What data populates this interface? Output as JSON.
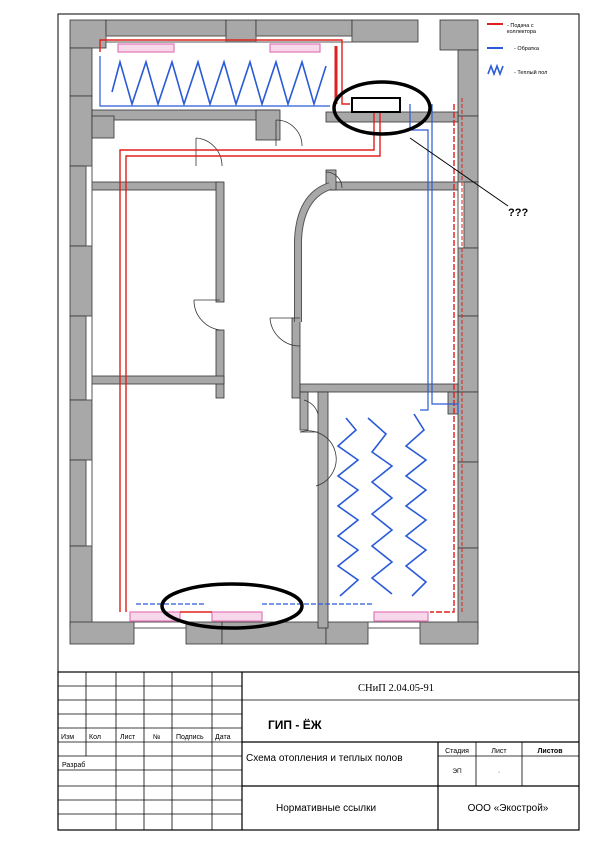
{
  "legend": {
    "supply_label": "- Подача с коллектора",
    "supply_line1": "- Подача с",
    "supply_line2": "коллектора",
    "return_label": "-  Обратка",
    "floor_label": "- Теплый пол",
    "supply_color": "#e0201c",
    "return_color": "#2a5bd7",
    "floor_color": "#2a5bd7"
  },
  "annotation": {
    "question": "???"
  },
  "title_block": {
    "code": "СНиП 2.04.05-91",
    "gip": "ГИП - ЁЖ",
    "col_headers": [
      "Изм",
      "Кол",
      "Лист",
      "№",
      "Подпись",
      "Дата"
    ],
    "razrab": "Разраб",
    "drawing_title": "Схема отопления и теплых полов",
    "stage_header": "Стадия",
    "sheet_header": "Лист",
    "sheets_header": "Листов",
    "stage_value": "ЭП",
    "sheet_value": "·",
    "norm_refs": "Нормативные    ссылки",
    "company": "ООО «Экострой»"
  }
}
